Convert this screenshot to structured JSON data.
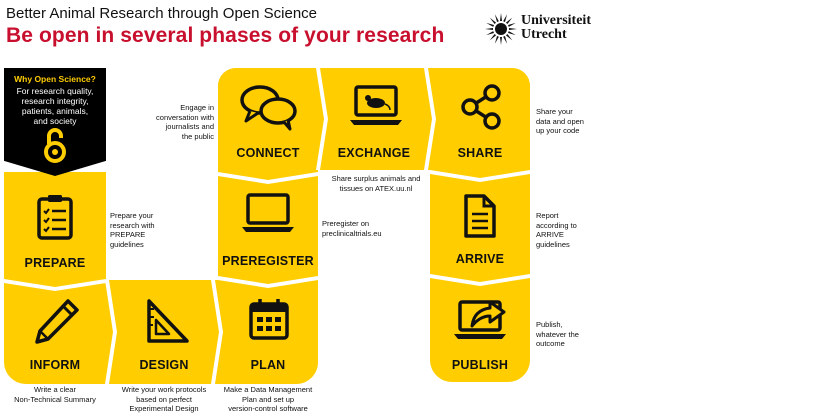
{
  "header": {
    "subtitle": "Better Animal Research through Open Science",
    "title": "Be open in several phases of your research",
    "logo_line1": "Universiteit",
    "logo_line2": "Utrecht"
  },
  "why_box": {
    "heading": "Why Open Science?",
    "body_line1": "For research quality,",
    "body_line2": "research integrity,",
    "body_line3": "patients, animals,",
    "body_line4": "and society"
  },
  "stages": {
    "connect": "CONNECT",
    "exchange": "EXCHANGE",
    "share": "SHARE",
    "prepare": "PREPARE",
    "preregister": "PREREGISTER",
    "arrive": "ARRIVE",
    "inform": "INFORM",
    "design": "DESIGN",
    "plan": "PLAN",
    "publish": "PUBLISH"
  },
  "annotations": {
    "connect": [
      "Engage in",
      "conversation with",
      "journalists and",
      "the public"
    ],
    "exchange": [
      "Share surplus animals and",
      "tissues on ATEX.uu.nl"
    ],
    "share": [
      "Share your",
      "data and open",
      "up your code"
    ],
    "prepare": [
      "Prepare your",
      "research with",
      "PREPARE",
      "guidelines"
    ],
    "preregister": [
      "Preregister on",
      "preclinicaltrials.eu"
    ],
    "arrive": [
      "Report",
      "according to",
      "ARRIVE",
      "guidelines"
    ],
    "inform": [
      "Write a clear",
      "Non-Technical Summary"
    ],
    "design": [
      "Write your work protocols",
      "based on perfect",
      "Experimental Design"
    ],
    "plan": [
      "Make a Data Management",
      "Plan and set up",
      "version-control software"
    ],
    "publish": [
      "Publish,",
      "whatever the",
      "outcome"
    ]
  },
  "colors": {
    "brand_yellow": "#ffcd00",
    "title_red": "#c8102e",
    "dark": "#000000"
  }
}
